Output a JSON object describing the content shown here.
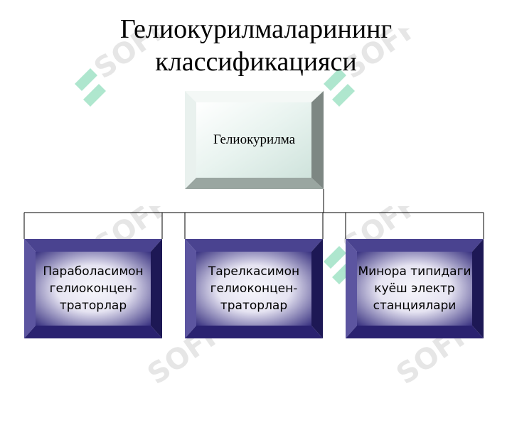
{
  "title": {
    "line1": "Гелиокурилмаларининг",
    "line2": "классификацияси"
  },
  "diagram": {
    "root": {
      "label": "Гелиокурилма"
    },
    "children": [
      {
        "line1": "Параболасимон",
        "line2": "гелиоконцен-",
        "line3": "траторлар"
      },
      {
        "line1": "Тарелкасимон",
        "line2": "гелиоконцен-",
        "line3": "траторлар"
      },
      {
        "line1": "Минора типидаги",
        "line2": "куёш электр",
        "line3": "станциялари"
      }
    ]
  },
  "watermark": {
    "text": "SOFF"
  },
  "colors": {
    "root_face": "#e4f0ec",
    "child_face_dark": "#2a2270",
    "child_face_light": "#f2f2fa",
    "watermark_green": "#a6e3c9",
    "connector": "#000000"
  }
}
